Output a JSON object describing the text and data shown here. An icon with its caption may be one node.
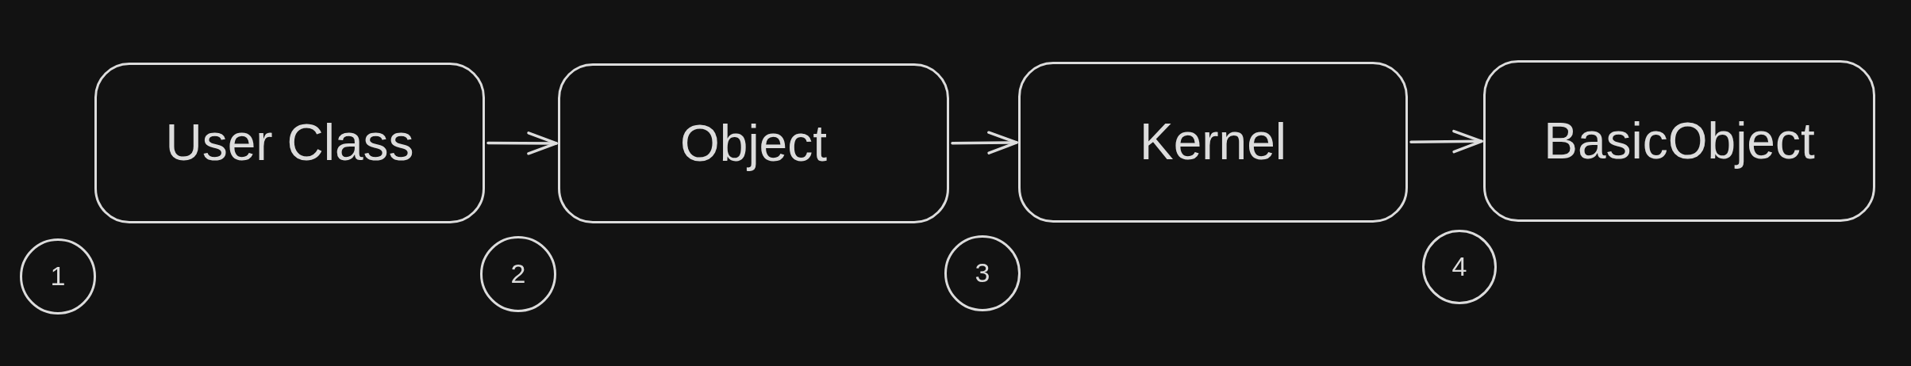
{
  "diagram": {
    "nodes": [
      {
        "text": [
          "User Class"
        ]
      },
      {
        "text": [
          "Object"
        ]
      },
      {
        "text": [
          "Kernel"
        ]
      },
      {
        "text": [
          "BasicObject"
        ]
      },
      {
        "text": [
          "1"
        ]
      },
      {
        "text": [
          "2"
        ]
      },
      {
        "text": [
          "3"
        ]
      },
      {
        "text": [
          "4"
        ]
      }
    ],
    "edges": [
      {
        "from": 0,
        "to": 1,
        "arrow": "to"
      },
      {
        "from": 1,
        "to": 2,
        "arrow": "to"
      },
      {
        "from": 2,
        "to": 3,
        "arrow": "to"
      }
    ]
  }
}
